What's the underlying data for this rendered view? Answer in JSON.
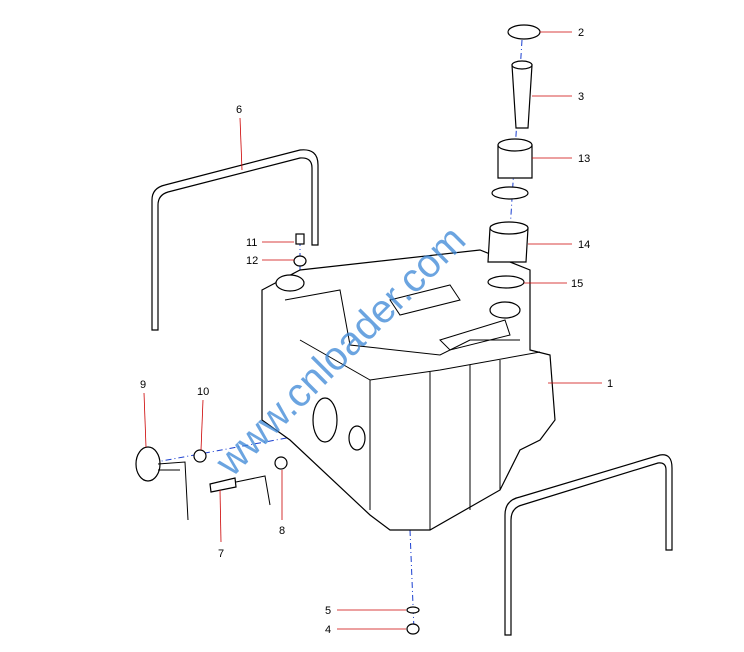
{
  "diagram": {
    "type": "exploded-parts-view",
    "watermark": "www.cnloader.com",
    "callouts": [
      "1",
      "2",
      "3",
      "4",
      "5",
      "6",
      "7",
      "8",
      "9",
      "10",
      "11",
      "12",
      "13",
      "14",
      "15"
    ],
    "colors": {
      "leader": "#cc0000",
      "axis": "#1a3fd0",
      "watermark": "#3a86d6"
    }
  }
}
